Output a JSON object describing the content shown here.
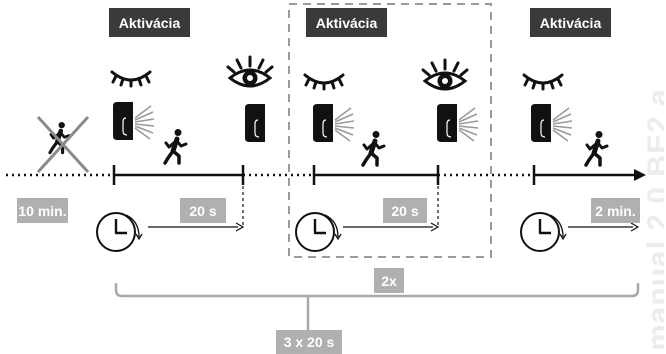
{
  "labels": {
    "activation": "Aktivácia",
    "first_wait": "10 min.",
    "delay": "20 s",
    "last_wait": "2 min.",
    "repeat": "2x",
    "total": "3 x 20 s",
    "watermark": "manual 2.0 BE2 a"
  },
  "icons": {
    "closed_eye": "eye-closed-icon",
    "open_eye": "eye-open-icon",
    "sensor": "motion-sensor-icon",
    "walker": "walking-person-icon",
    "clock": "clock-icon"
  },
  "colors": {
    "dark_label": "#3a3a3a",
    "grey_label": "#b0b0b0",
    "line": "#111111",
    "dashed_frame": "#9a9a9a",
    "brace": "#a8a8a8"
  }
}
